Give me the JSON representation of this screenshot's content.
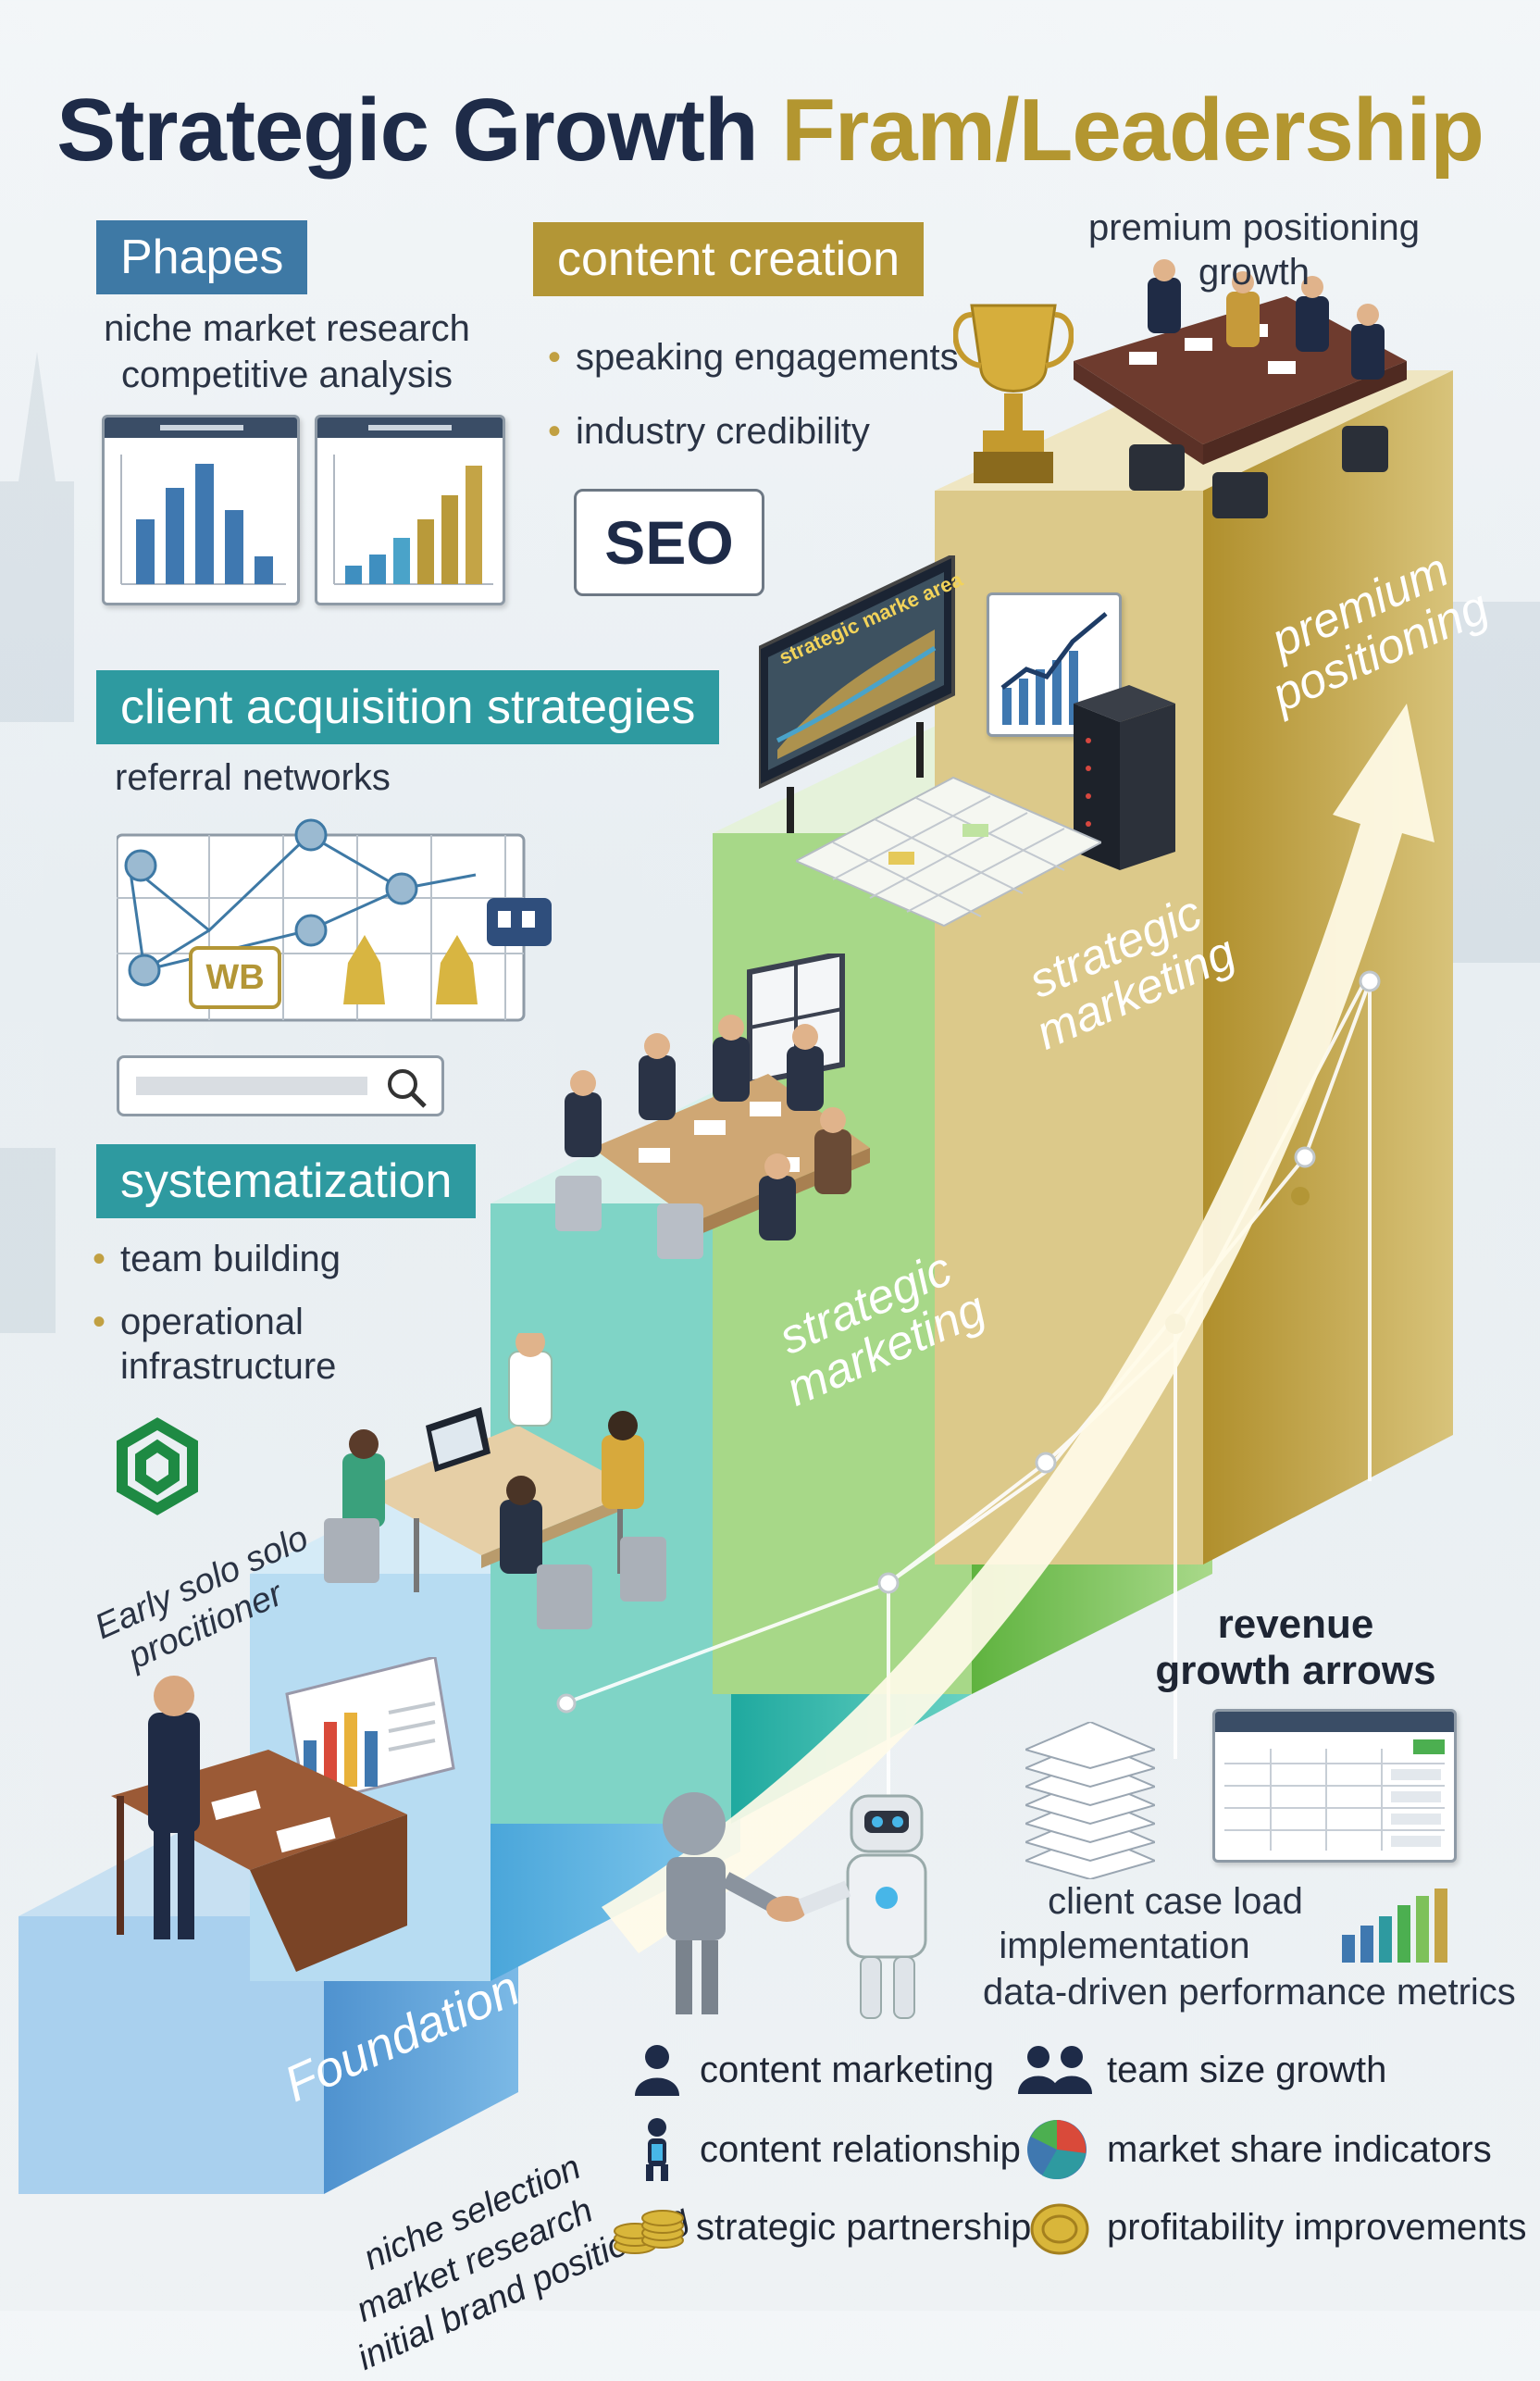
{
  "title": {
    "part1": "Strategic Growth ",
    "part2": "Fram/Leadership"
  },
  "phases_tag": "Phapes",
  "phases_lines": [
    "niche market research",
    "competitive analysis"
  ],
  "content_creation": {
    "tag": "content creation",
    "bullets": [
      "speaking engagements",
      "industry credibility"
    ],
    "seo": "SEO"
  },
  "top": {
    "lines": [
      "premium positioning",
      "growth"
    ]
  },
  "client_acquisition": {
    "tag": "client acquisition strategies",
    "line": "referral networks",
    "badge": "WB"
  },
  "systematization": {
    "tag": "systematization",
    "bullets": [
      "team building",
      "operational",
      "infrastructure"
    ]
  },
  "early": {
    "lines": [
      "Early solo solo",
      "procitioner"
    ]
  },
  "monitor_text": "strategic marke area",
  "steps": {
    "step1": "Foundation",
    "step3": [
      "strategic",
      "marketing"
    ],
    "step4": [
      "strategic",
      "marketing"
    ],
    "step5": [
      "premium",
      "positioning"
    ]
  },
  "foundation_lines": [
    "niche selection",
    "market research",
    "initial brand positioning"
  ],
  "revenue": {
    "lines": [
      "revenue",
      "growth arrows"
    ]
  },
  "client_case": {
    "lines": [
      "client case load",
      "implementation",
      "data-driven performance metrics"
    ]
  },
  "legend": [
    {
      "icon": "person-icon",
      "label": "content marketing"
    },
    {
      "icon": "team-icon",
      "label": "team size growth"
    },
    {
      "icon": "handshake-person-icon",
      "label": "content relationship"
    },
    {
      "icon": "pie-chart-icon",
      "label": "market share indicators"
    },
    {
      "icon": "coins-icon",
      "label": "strategic partnerships"
    },
    {
      "icon": "coin-icon",
      "label": "profitability improvements"
    }
  ],
  "colors": {
    "navy": "#1e2b48",
    "gold": "#b39630",
    "blue_tag": "#3e79a5",
    "teal_tag": "#2e9aa0",
    "step1": "#5a9fd6",
    "step2": "#5fb3e0",
    "step3": "#3fbcab",
    "step4": "#7ec15a",
    "step5": "#c4a94f"
  }
}
